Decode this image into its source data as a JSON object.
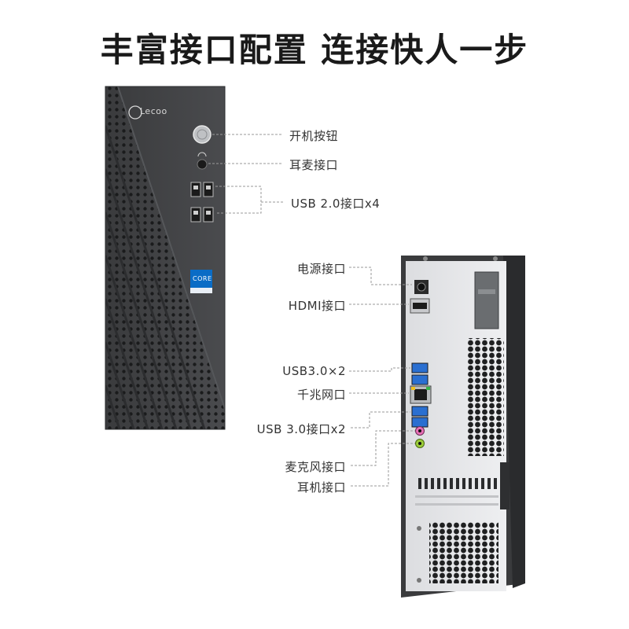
{
  "headline": "丰富接口配置 连接快人一步",
  "colors": {
    "front_panel": "#3c3d3f",
    "rear_panel": "#e6e7e9",
    "rear_frame": "#3a3b3d",
    "usb3_blue": "#2a6fd1",
    "intel_blue": "#0a6cc6",
    "leader_line": "#9a9a9a"
  },
  "front": {
    "brand_logo": "Lecoo",
    "intel_badge": "CORE",
    "callouts": {
      "power_button": "开机按钮",
      "headset_jack": "耳麦接口",
      "usb2": "USB 2.0接口x4"
    }
  },
  "rear": {
    "callouts": {
      "power_input": "电源接口",
      "hdmi": "HDMI接口",
      "usb3_top": "USB3.0×2",
      "ethernet": "千兆网口",
      "usb3_bottom": "USB 3.0接口x2",
      "mic_jack": "麦克风接口",
      "headphone_jack": "耳机接口"
    }
  }
}
